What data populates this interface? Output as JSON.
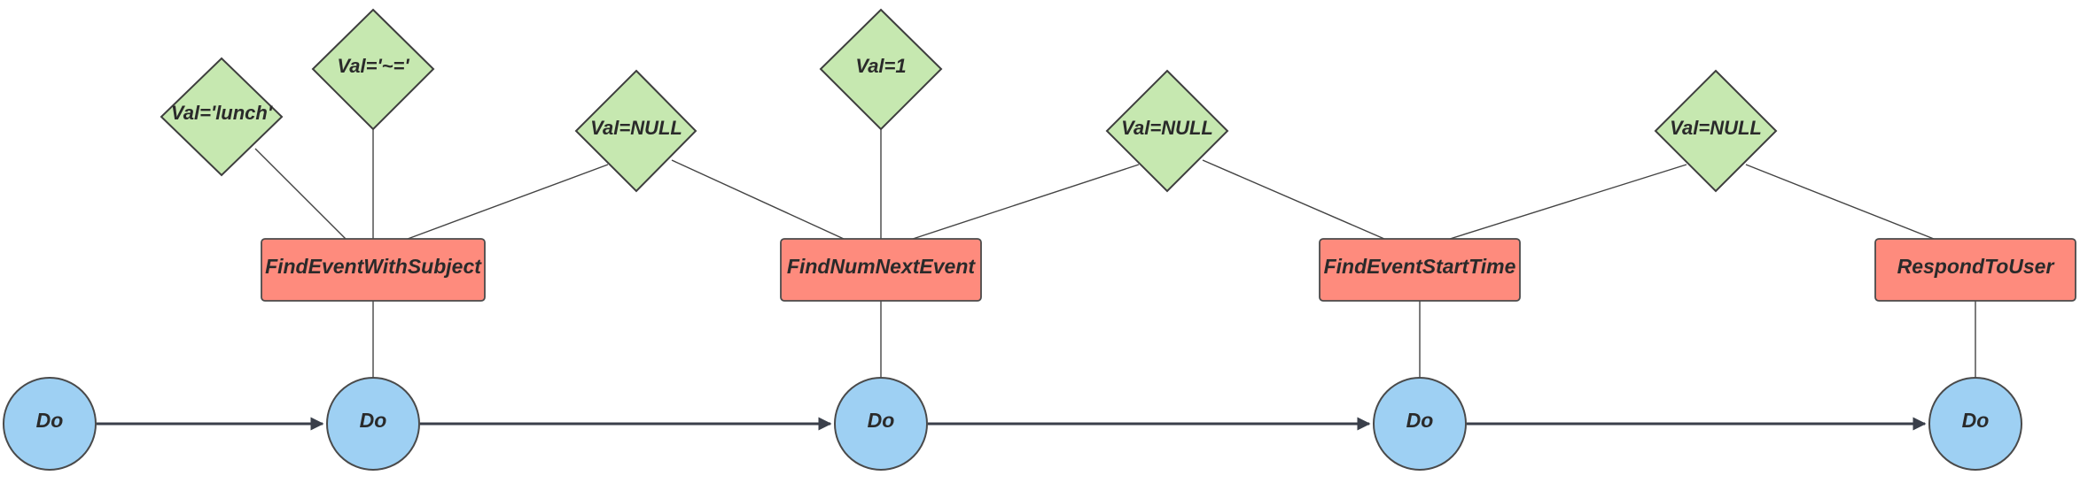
{
  "colors": {
    "do_fill": "#9ed0f3",
    "func_fill": "#fe8b7d",
    "value_fill": "#c6e8b0"
  },
  "do_nodes": [
    {
      "id": "do1",
      "label": "Do"
    },
    {
      "id": "do2",
      "label": "Do"
    },
    {
      "id": "do3",
      "label": "Do"
    },
    {
      "id": "do4",
      "label": "Do"
    },
    {
      "id": "do5",
      "label": "Do"
    }
  ],
  "function_nodes": [
    {
      "id": "f1",
      "label": "FindEventWithSubject"
    },
    {
      "id": "f2",
      "label": "FindNumNextEvent"
    },
    {
      "id": "f3",
      "label": "FindEventStartTime"
    },
    {
      "id": "f4",
      "label": "RespondToUser"
    }
  ],
  "value_nodes": [
    {
      "id": "v1",
      "label": "Val='lunch'"
    },
    {
      "id": "v2",
      "label": "Val='~='"
    },
    {
      "id": "v3",
      "label": "Val=NULL"
    },
    {
      "id": "v4",
      "label": "Val=1"
    },
    {
      "id": "v5",
      "label": "Val=NULL"
    },
    {
      "id": "v6",
      "label": "Val=NULL"
    }
  ],
  "sequence": [
    {
      "from": "do1",
      "to": "do2"
    },
    {
      "from": "do2",
      "to": "do3"
    },
    {
      "from": "do3",
      "to": "do4"
    },
    {
      "from": "do4",
      "to": "do5"
    }
  ],
  "links": [
    {
      "from": "v1",
      "to": "f1"
    },
    {
      "from": "v2",
      "to": "f1"
    },
    {
      "from": "v3",
      "to": "f1"
    },
    {
      "from": "v3",
      "to": "f2"
    },
    {
      "from": "v4",
      "to": "f2"
    },
    {
      "from": "v5",
      "to": "f2"
    },
    {
      "from": "v5",
      "to": "f3"
    },
    {
      "from": "v6",
      "to": "f3"
    },
    {
      "from": "v6",
      "to": "f4"
    },
    {
      "from": "f1",
      "to": "do2"
    },
    {
      "from": "f2",
      "to": "do3"
    },
    {
      "from": "f3",
      "to": "do4"
    },
    {
      "from": "f4",
      "to": "do5"
    }
  ]
}
